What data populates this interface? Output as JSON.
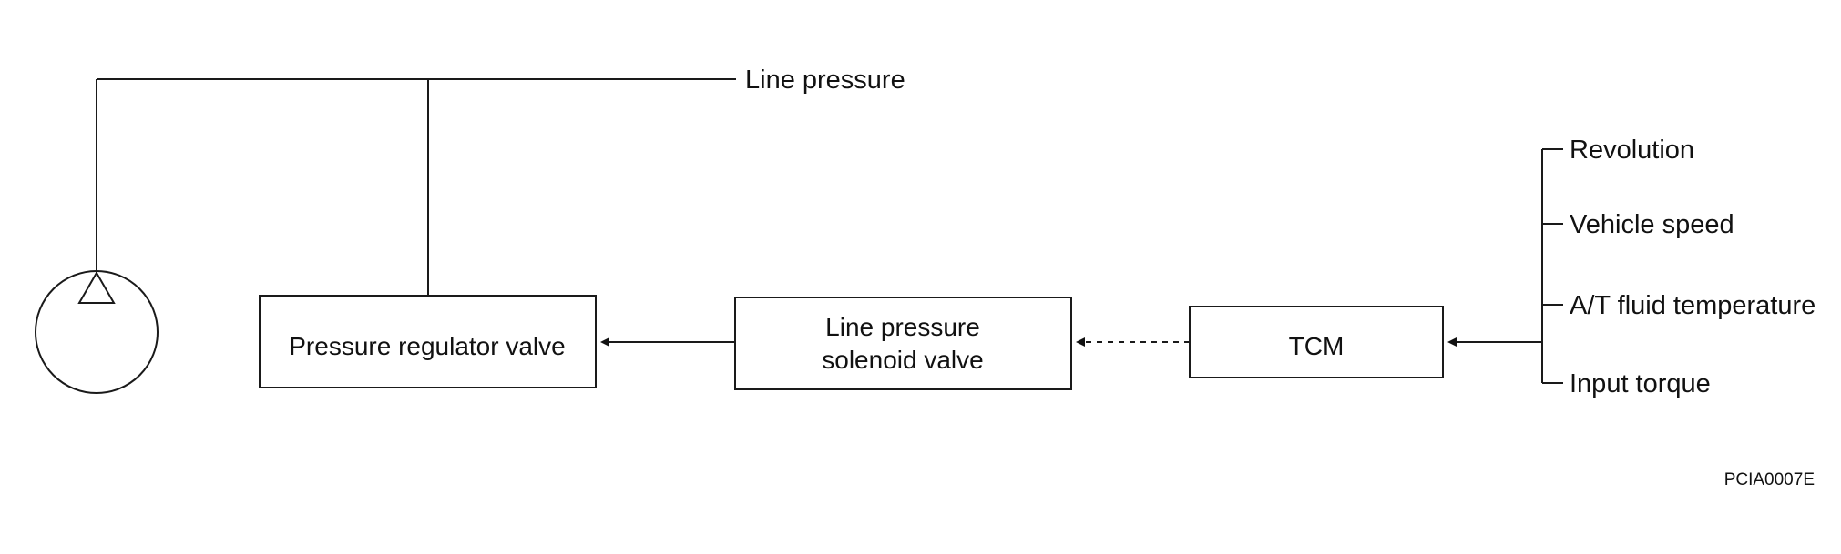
{
  "diagram": {
    "line_pressure_label": "Line pressure",
    "nodes": {
      "pressure_regulator_valve": "Pressure regulator valve",
      "line_pressure_solenoid_valve": [
        "Line pressure",
        "solenoid valve"
      ],
      "tcm": "TCM"
    },
    "inputs": [
      "Revolution",
      "Vehicle speed",
      "A/T fluid temperature",
      "Input torque"
    ],
    "figure_code": "PCIA0007E",
    "connections": [
      {
        "from": "inputs",
        "to": "tcm",
        "style": "solid-arrow"
      },
      {
        "from": "tcm",
        "to": "line_pressure_solenoid_valve",
        "style": "dashed-arrow"
      },
      {
        "from": "line_pressure_solenoid_valve",
        "to": "pressure_regulator_valve",
        "style": "solid-arrow"
      },
      {
        "from": "pressure_regulator_valve",
        "to": "line_pressure",
        "style": "line"
      },
      {
        "from": "oil_pump",
        "to": "line_pressure",
        "style": "line"
      }
    ]
  }
}
